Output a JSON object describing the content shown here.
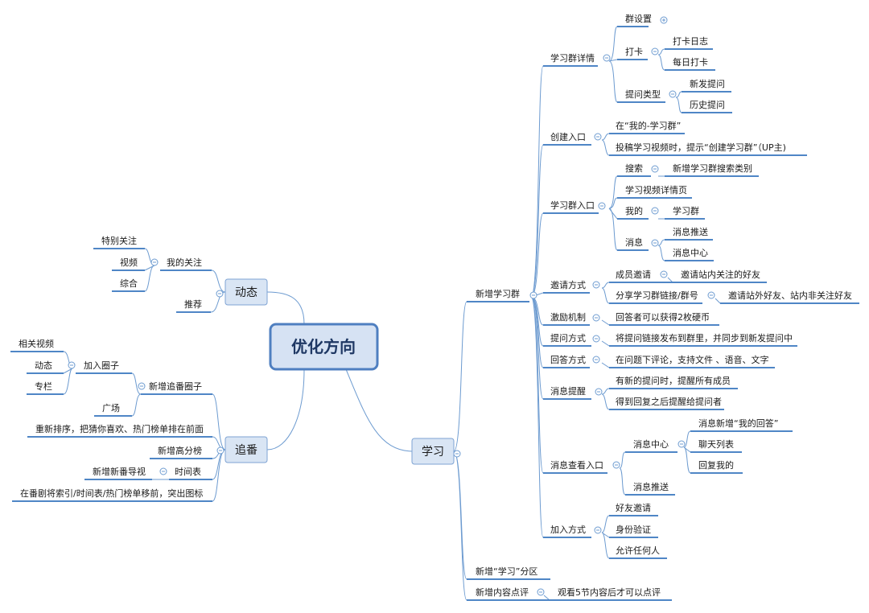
{
  "root": "优化方向",
  "branches": {
    "xuexi": {
      "label": "学习",
      "xinzeng_xuexiqun": {
        "label": "新增学习群",
        "xiangqing": {
          "label": "学习群详情",
          "qunshezhi": "群设置",
          "daka": "打卡",
          "daka_rizhi": "打卡日志",
          "meiri_daka": "每日打卡",
          "tiwen_leixing": "提问类型",
          "xinfa_tiwen": "新发提问",
          "lishi_tiwen": "历史提问"
        },
        "chuangjian": {
          "label": "创建入口",
          "item1": "在“我的-学习群”",
          "item2": "投稿学习视频时，提示“创建学习群”（UP主)"
        },
        "rukou": {
          "label": "学习群入口",
          "sousuo": "搜索",
          "sousuo_leibie": "新增学习群搜索类别",
          "shipin_xiangqing": "学习视频详情页",
          "wode": "我的",
          "wode_xuexiqun": "学习群",
          "xiaoxi": "消息",
          "xiaoxi_tuisong": "消息推送",
          "xiaoxi_zhongxin": "消息中心"
        },
        "yaoqing": {
          "label": "邀请方式",
          "chengyuan": "成员邀请",
          "chengyuan_detail": "邀请站内关注的好友",
          "fenxiang": "分享学习群链接/群号",
          "fenxiang_detail": "邀请站外好友、站内非关注好友"
        },
        "jili": {
          "label": "激励机制",
          "detail": "回答者可以获得2枚硬币"
        },
        "tiwen_fangshi": {
          "label": "提问方式",
          "detail": "将提问链接发布到群里，并同步到新发提问中"
        },
        "huida": {
          "label": "回答方式",
          "detail": "在问题下评论，支持文件 、语音、文字"
        },
        "tixing": {
          "label": "消息提醒",
          "item1": "有新的提问时，提醒所有成员",
          "item2": "得到回复之后提醒给提问者"
        },
        "chakan": {
          "label": "消息查看入口",
          "zhongxin": "消息中心",
          "wode_huida": "消息新增“我的回答”",
          "liaotian": "聊天列表",
          "huifu": "回复我的",
          "tuisong": "消息推送"
        },
        "jiaru": {
          "label": "加入方式",
          "haoyou": "好友邀请",
          "shenfen": "身份验证",
          "renheren": "允许任何人"
        }
      },
      "fenqu": "新增“学习”分区",
      "dianping": {
        "label": "新增内容点评",
        "detail": "观看5节内容后才可以点评"
      }
    },
    "dongtai": {
      "label": "动态",
      "guanzhu": {
        "label": "我的关注",
        "tebie": "特别关注",
        "shipin": "视频",
        "zonghe": "综合"
      },
      "tuijian": "推荐"
    },
    "zhuifan": {
      "label": "追番",
      "quanzi": {
        "label": "新增追番圈子",
        "jiaru": "加入圈子",
        "xiangguan": "相关视频",
        "dongtai": "动态",
        "zhuanlan": "专栏",
        "guangchang": "广场"
      },
      "paixu": "重新排序，把猜你喜欢、热门榜单排在前面",
      "gaofen": "新增高分榜",
      "shijianbiao": "时间表",
      "daoshi": "新增新番导视",
      "suoyin": "在番剧将索引/时间表/热门榜单移前，突出图标"
    }
  }
}
